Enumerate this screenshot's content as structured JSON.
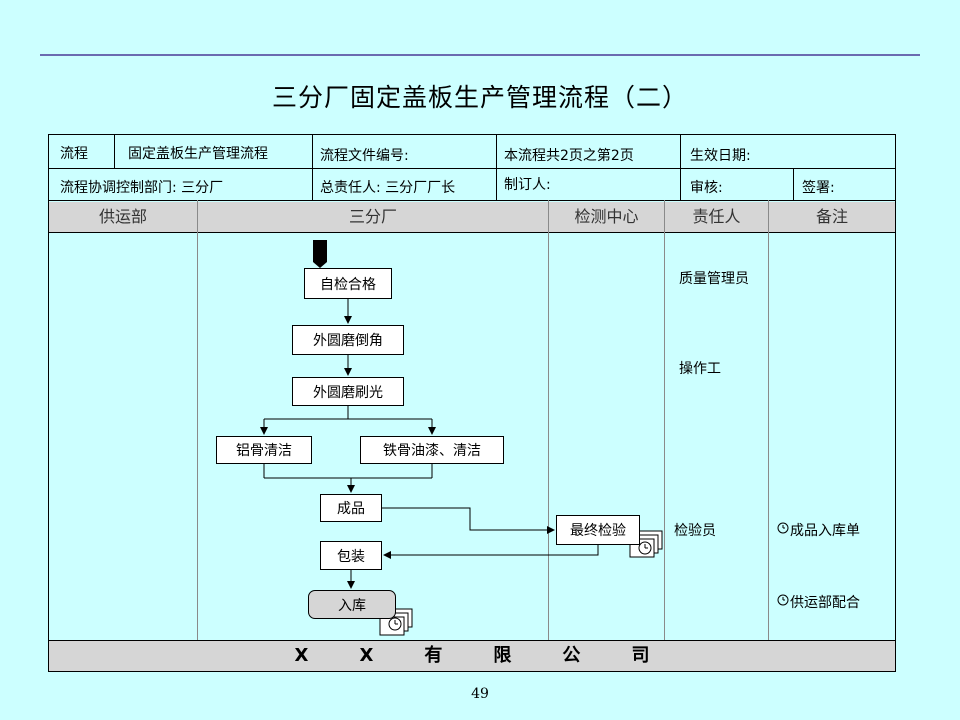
{
  "title": "三分厂固定盖板生产管理流程（二）",
  "header": {
    "row1": {
      "label_flow": "流程",
      "flow_name": "固定盖板生产管理流程",
      "doc_no": "流程文件编号:",
      "pages": "本流程共2页之第2页",
      "effective": "生效日期:"
    },
    "row2": {
      "dept": "流程协调控制部门: 三分厂",
      "owner": "总责任人: 三分厂厂长",
      "maker": "制订人:",
      "review": "审核:",
      "sign": "签署:"
    }
  },
  "lanes": [
    "供运部",
    "三分厂",
    "检测中心",
    "责任人",
    "备注"
  ],
  "steps": {
    "s1": "自检合格",
    "s2": "外圆磨倒角",
    "s3": "外圆磨刷光",
    "s4a": "铝骨清洁",
    "s4b": "铁骨油漆、清洁",
    "s5": "成品",
    "s6": "最终检验",
    "s7": "包装",
    "s8": "入库"
  },
  "responsible": {
    "r1": "质量管理员",
    "r2": "操作工",
    "r3": "检验员"
  },
  "remarks": {
    "m1": "成品入库单",
    "m2": "供运部配合"
  },
  "footer": [
    "X",
    "X",
    "有",
    "限",
    "公",
    "司"
  ],
  "page_number": "49"
}
